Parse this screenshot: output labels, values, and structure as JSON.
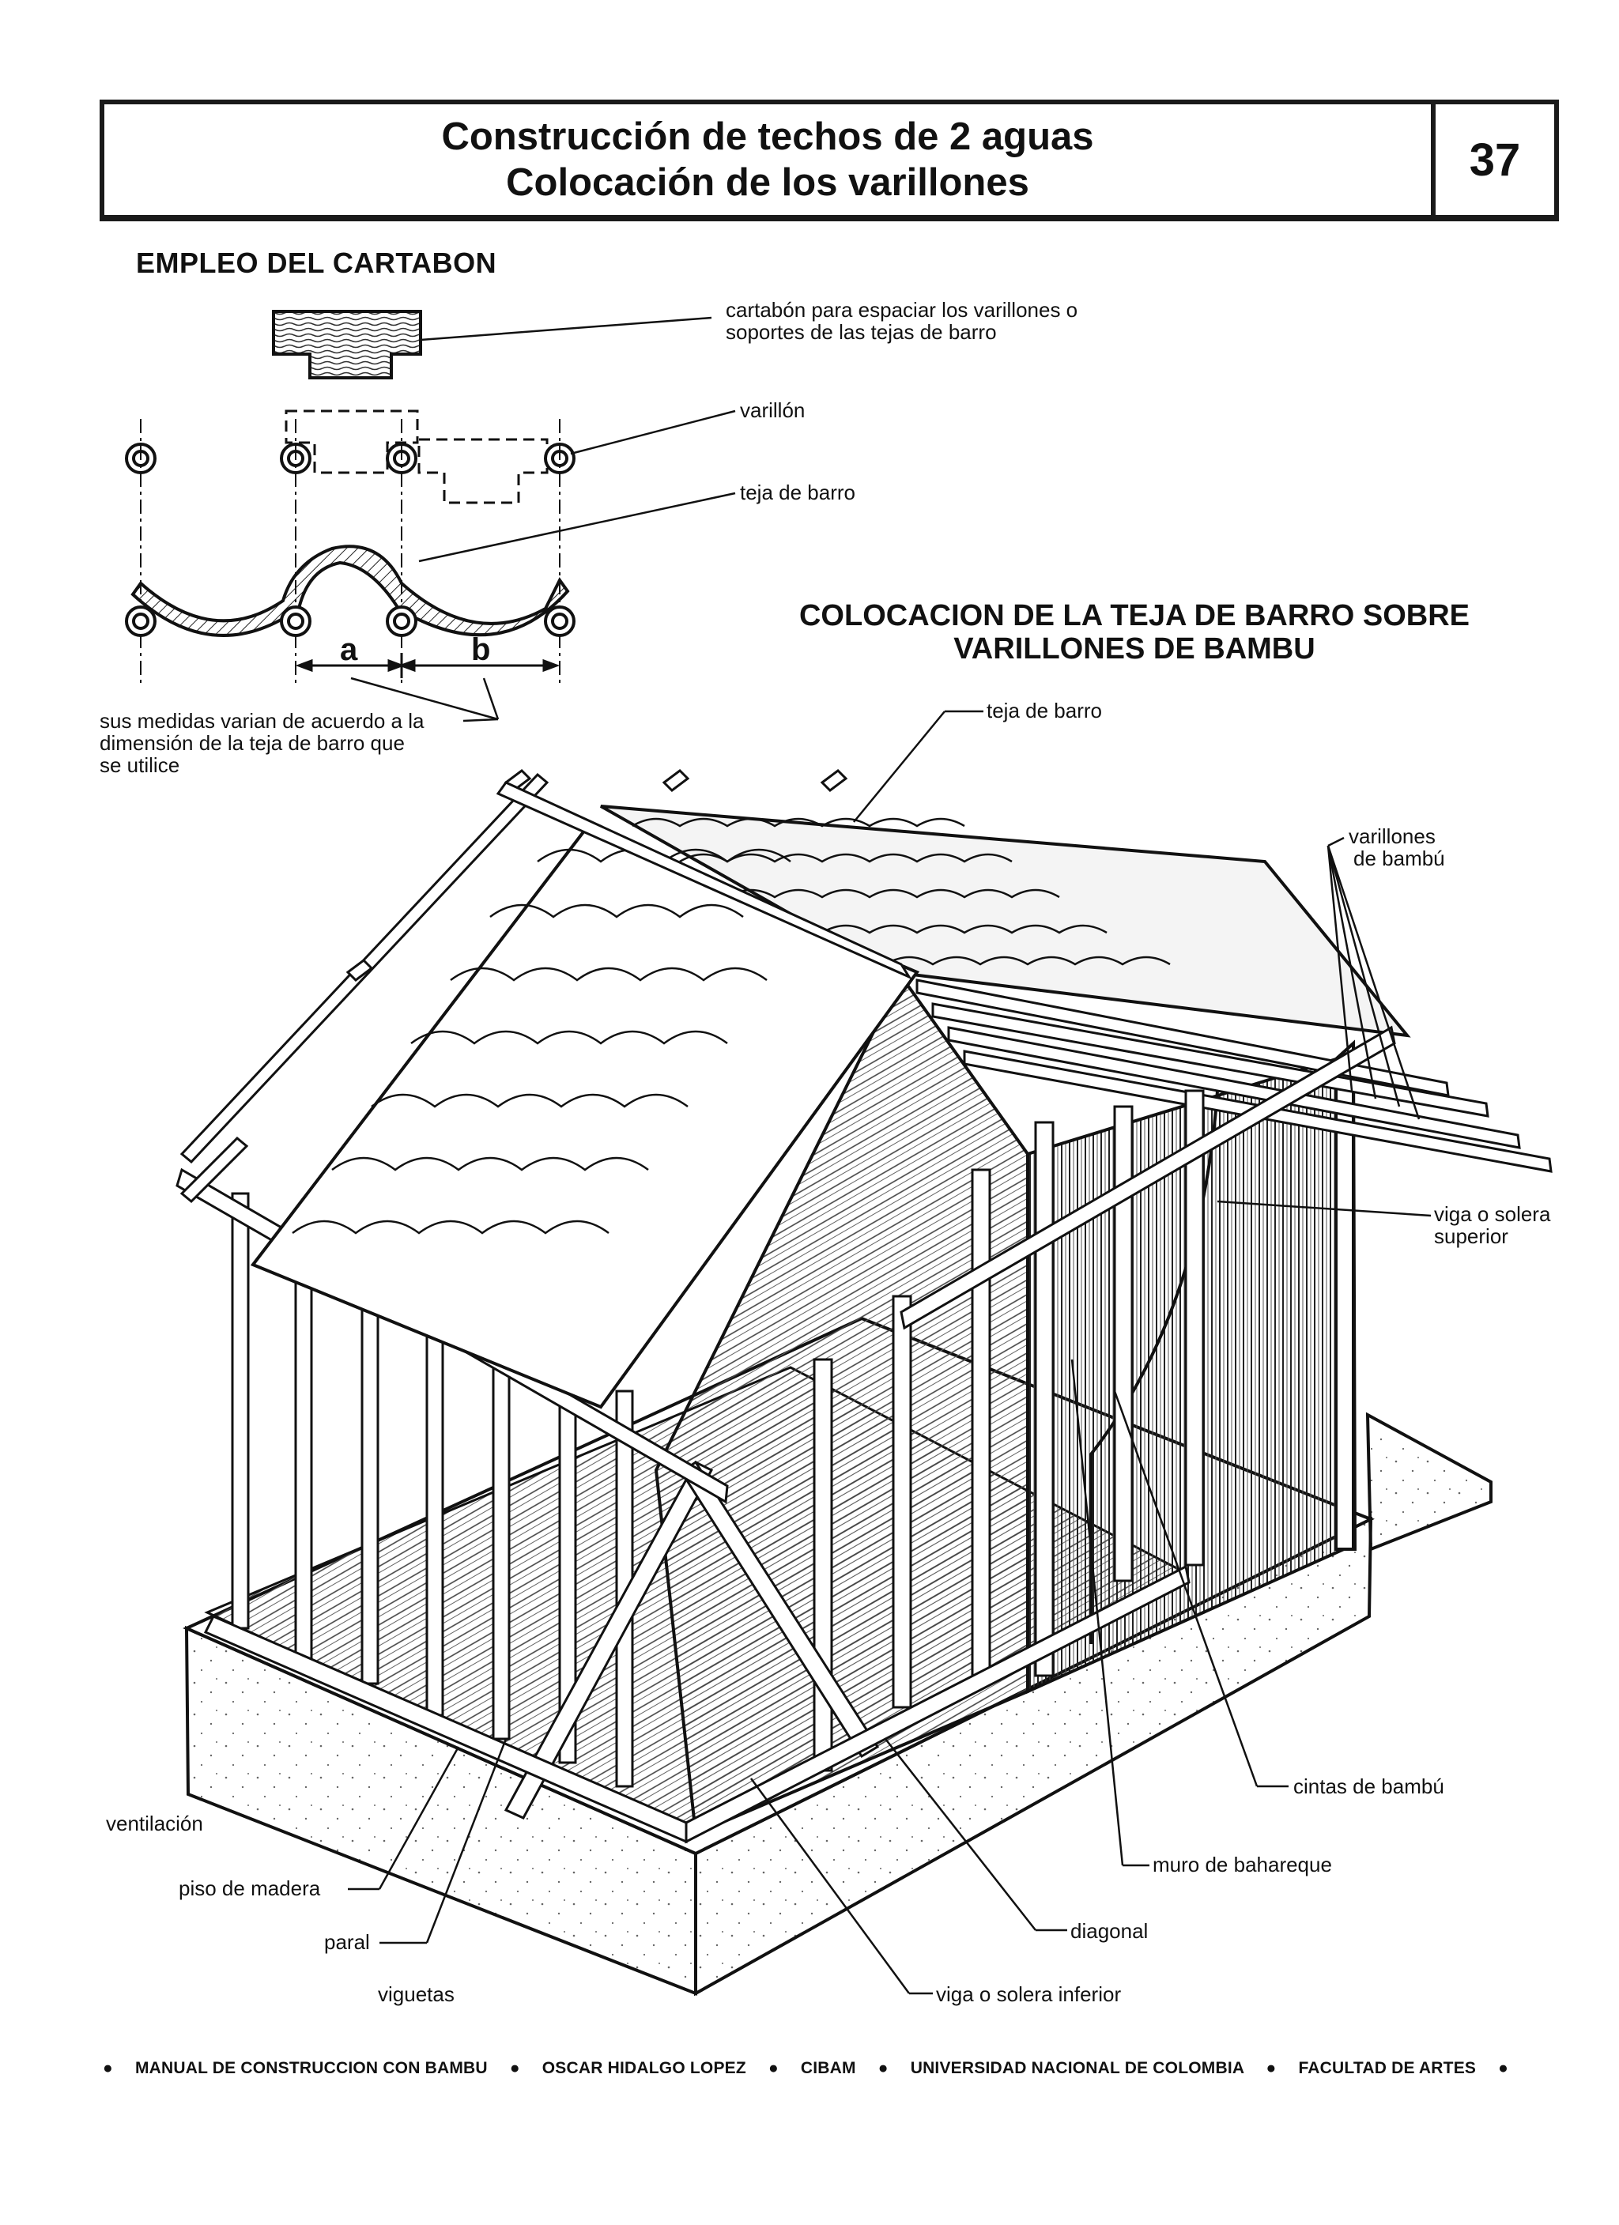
{
  "header": {
    "title_line1": "Construcción de techos de 2 aguas",
    "title_line2": "Colocación de los varillones",
    "page_number": "37"
  },
  "section1": {
    "heading": "EMPLEO DEL CARTABON",
    "label_cartabon_l1": "cartabón para espaciar los varillones o",
    "label_cartabon_l2": "soportes de las tejas de barro",
    "label_varillon": "varillón",
    "label_teja": "teja de barro",
    "dim_a": "a",
    "dim_b": "b",
    "note_l1": "sus medidas varian de acuerdo a la",
    "note_l2": "dimensión de la teja de barro que",
    "note_l3": "se utilice"
  },
  "section2": {
    "heading_l1": "COLOCACION DE LA TEJA DE BARRO SOBRE",
    "heading_l2": "VARILLONES DE BAMBU",
    "labels": {
      "teja_de_barro": "teja de barro",
      "varillones_l1": "varillones",
      "varillones_l2": "de bambú",
      "viga_superior_l1": "viga o solera",
      "viga_superior_l2": "superior",
      "cintas": "cintas de bambú",
      "muro": "muro de bahareque",
      "diagonal": "diagonal",
      "viga_inferior": "viga o solera inferior",
      "ventilacion": "ventilación",
      "piso": "piso de madera",
      "paral": "paral",
      "viguetas": "viguetas"
    }
  },
  "footer": {
    "items": [
      "MANUAL DE CONSTRUCCION CON BAMBU",
      "OSCAR HIDALGO LOPEZ",
      "CIBAM",
      "UNIVERSIDAD NACIONAL DE COLOMBIA",
      "FACULTAD DE ARTES"
    ]
  }
}
